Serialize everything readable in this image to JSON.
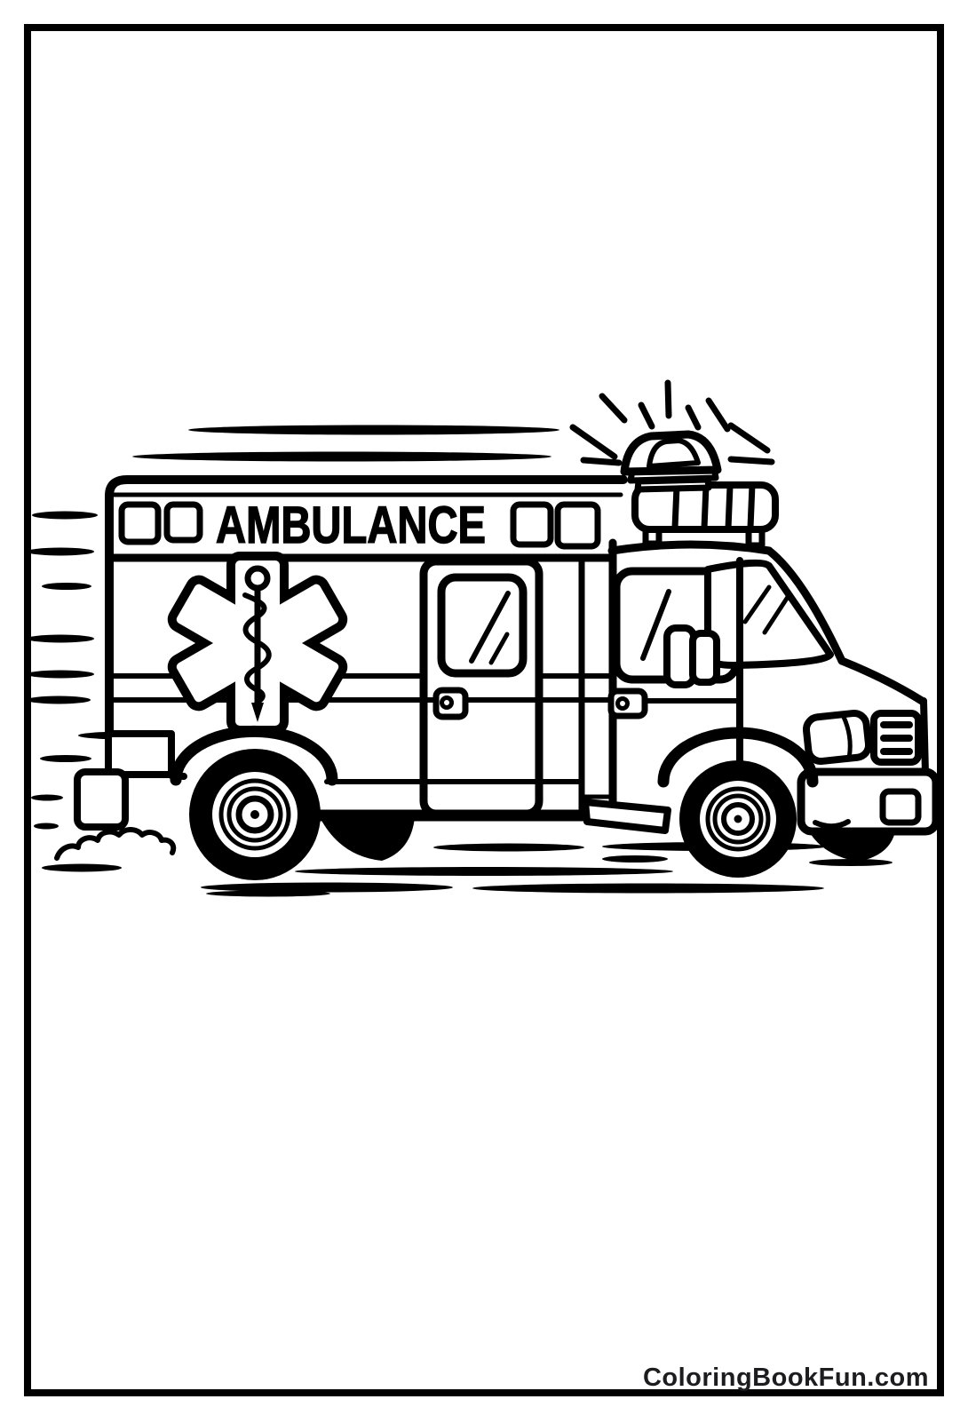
{
  "page": {
    "background_color": "#ffffff",
    "ink_color": "#000000",
    "border_color": "#000000"
  },
  "artwork": {
    "subject": "ambulance-coloring-page-line-art",
    "vehicle_label": "AMBULANCE"
  },
  "watermark": {
    "text": "ColoringBookFun.com",
    "color": "#1d1d1f"
  }
}
